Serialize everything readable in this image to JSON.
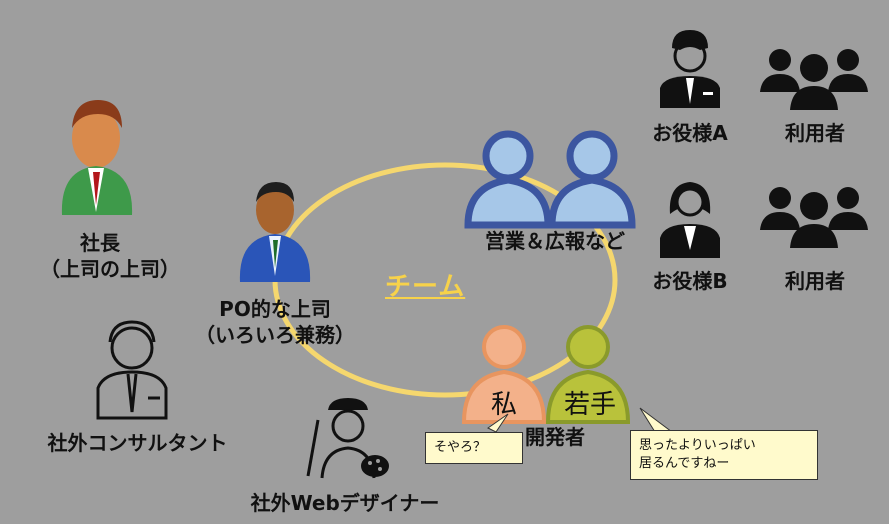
{
  "team_label": "チーム",
  "people": {
    "shacho": "社長",
    "shacho_sub": "（上司の上司）",
    "po": "PO的な上司",
    "po_sub": "（いろいろ兼務）",
    "consultant": "社外コンサルタント",
    "designer": "社外Webデザイナー",
    "sales": "営業＆広報など",
    "client_a": "お役様A",
    "client_b": "お役様B",
    "users_a": "利用者",
    "users_b": "利用者",
    "me": "私",
    "junior": "若手",
    "devs": "開発者"
  },
  "speech": {
    "me": "そやろ？",
    "junior_line1": "思ったよりいっぱい",
    "junior_line2": "居るんですねー"
  },
  "colors": {
    "background": "#9e9e9e",
    "team_ring": "#f5d76e",
    "sales_fill": "#a6c7e8",
    "sales_stroke": "#3c56a0",
    "me_fill": "#f3b18a",
    "junior_fill": "#b9c23b"
  }
}
